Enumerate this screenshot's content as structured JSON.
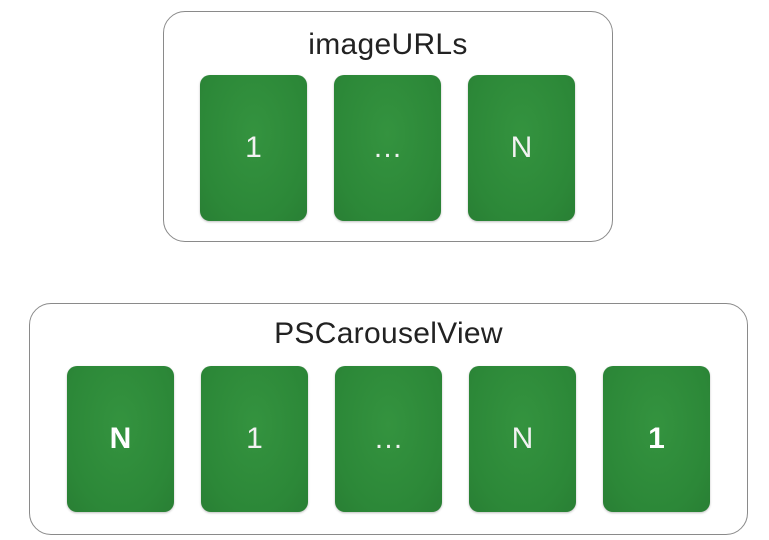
{
  "top_group": {
    "title": "imageURLs",
    "cards": [
      {
        "label": "1",
        "bold": false
      },
      {
        "label": "…",
        "bold": false
      },
      {
        "label": "N",
        "bold": false
      }
    ]
  },
  "bottom_group": {
    "title": "PSCarouselView",
    "cards": [
      {
        "label": "N",
        "bold": true
      },
      {
        "label": "1",
        "bold": false
      },
      {
        "label": "…",
        "bold": false
      },
      {
        "label": "N",
        "bold": false
      },
      {
        "label": "1",
        "bold": true
      }
    ]
  },
  "colors": {
    "card_fill": "#2e8c3b",
    "frame_border": "#8a8a8a",
    "card_text": "#ffffff"
  }
}
